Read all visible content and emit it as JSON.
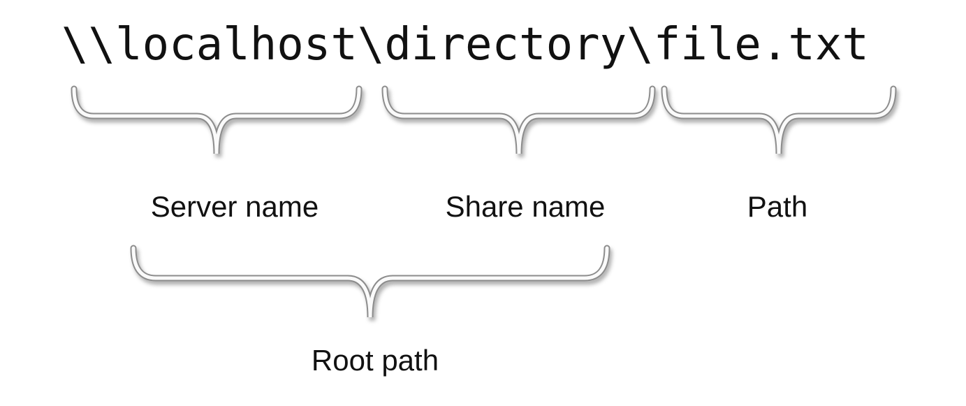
{
  "diagram": {
    "path_text": "\\\\localhost\\directory\\file.txt",
    "labels": {
      "server_name": "Server name",
      "share_name": "Share name",
      "path": "Path",
      "root_path": "Root path"
    },
    "colors": {
      "text": "#111111",
      "brace_outline": "#8c8c8c",
      "brace_fill": "#fafafa",
      "background": "#ffffff"
    }
  }
}
